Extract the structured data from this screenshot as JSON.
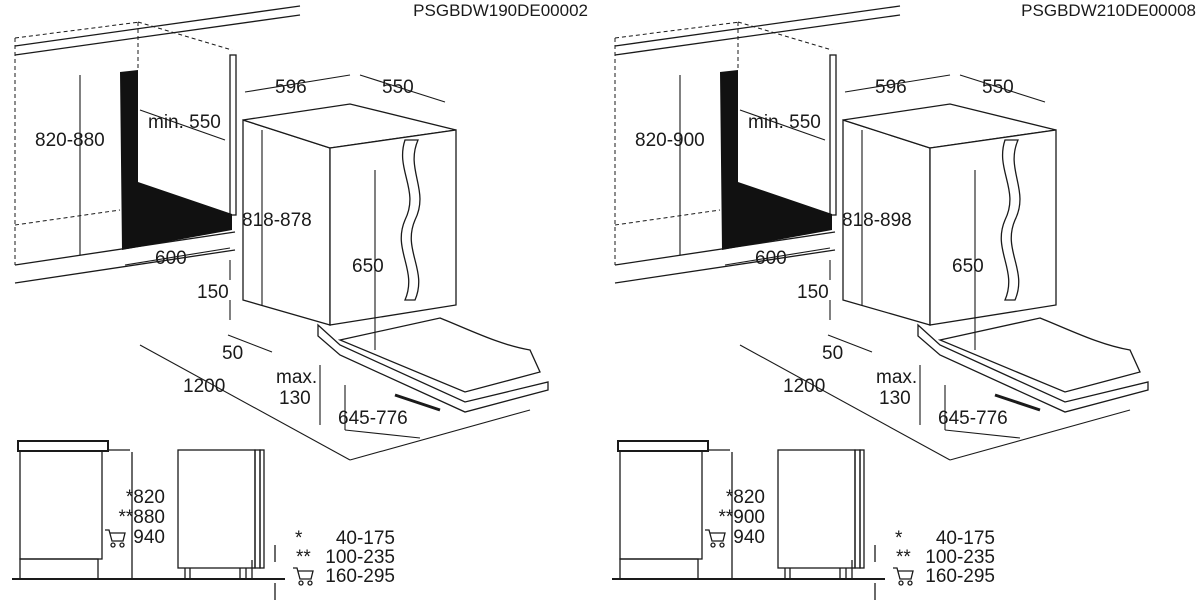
{
  "panels": [
    {
      "model": "PSGBDW190DE00002",
      "niche_height": "820-880",
      "min_depth": "min. 550",
      "width": "596",
      "depth": "550",
      "appliance_height": "818-878",
      "door_height": "650",
      "niche_width": "600",
      "plinth_height": "150",
      "plinth_gap": "50",
      "door_clearance": "1200",
      "max_label": "max.",
      "max_value": "130",
      "door_travel": "645-776",
      "side_heights": [
        "*820",
        "**880",
        "940"
      ],
      "plinth_ranges": [
        {
          "mark": "*",
          "value": "40-175"
        },
        {
          "mark": "**",
          "value": "100-235"
        },
        {
          "mark": "cart",
          "value": "160-295"
        }
      ]
    },
    {
      "model": "PSGBDW210DE00008",
      "niche_height": "820-900",
      "min_depth": "min. 550",
      "width": "596",
      "depth": "550",
      "appliance_height": "818-898",
      "door_height": "650",
      "niche_width": "600",
      "plinth_height": "150",
      "plinth_gap": "50",
      "door_clearance": "1200",
      "max_label": "max.",
      "max_value": "130",
      "door_travel": "645-776",
      "side_heights": [
        "*820",
        "**900",
        "940"
      ],
      "plinth_ranges": [
        {
          "mark": "*",
          "value": "40-175"
        },
        {
          "mark": "**",
          "value": "100-235"
        },
        {
          "mark": "cart",
          "value": "160-295"
        }
      ]
    }
  ]
}
